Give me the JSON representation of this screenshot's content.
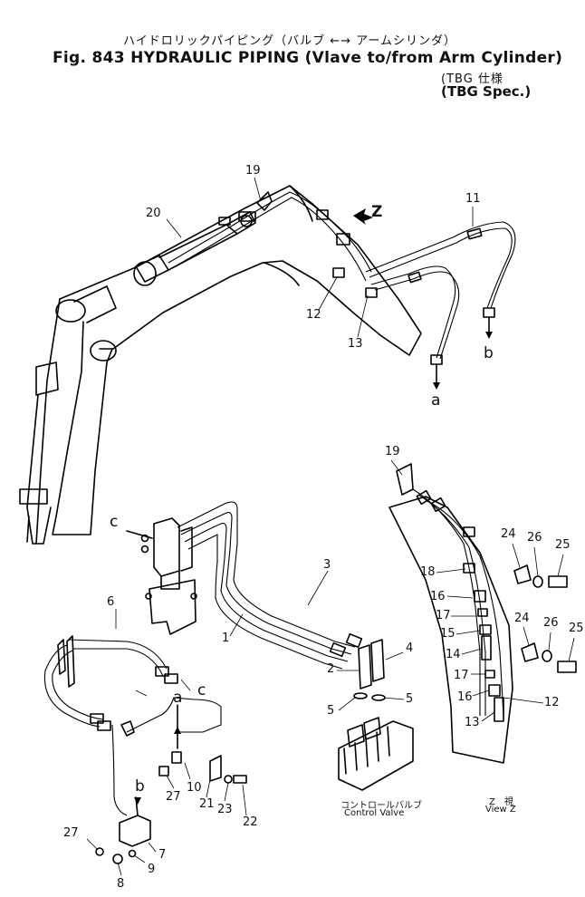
{
  "header": {
    "jp_line": "ハイドロリックパイピング（バルブ ←→ アームシリンダ）",
    "title_line": "Fig. 843 HYDRAULIC PIPING (Vlave to/from Arm Cylinder)",
    "spec_jp": "(TBG 仕様",
    "spec_en": "(TBG Spec.)"
  },
  "callouts": {
    "n20": "20",
    "n19a": "19",
    "n11": "11",
    "n12a": "12",
    "n13a": "13",
    "z_arrow": "Z",
    "a_top": "a",
    "b_top": "b",
    "c_left": "c",
    "n3": "3",
    "n1": "1",
    "n6": "6",
    "c_mid": "c",
    "n4": "4",
    "n2": "2",
    "n5a": "5",
    "n5b": "5",
    "a_mid": "a",
    "n10": "10",
    "n27a": "27",
    "n21": "21",
    "n23": "23",
    "n22": "22",
    "b_bot": "b",
    "n27b": "27",
    "n7": "7",
    "n8": "8",
    "n9": "9",
    "n19b": "19",
    "n18": "18",
    "n16a": "16",
    "n17a": "17",
    "n15": "15",
    "n14": "14",
    "n17b": "17",
    "n16b": "16",
    "n13b": "13",
    "n12b": "12",
    "n24a": "24",
    "n26a": "26",
    "n25a": "25",
    "n24b": "24",
    "n26b": "26",
    "n25b": "25"
  },
  "captions": {
    "control_valve_jp": "コントロールバルブ",
    "control_valve_en": "Control Valve",
    "view_z_jp": "Z　視",
    "view_z_en": "View Z"
  }
}
